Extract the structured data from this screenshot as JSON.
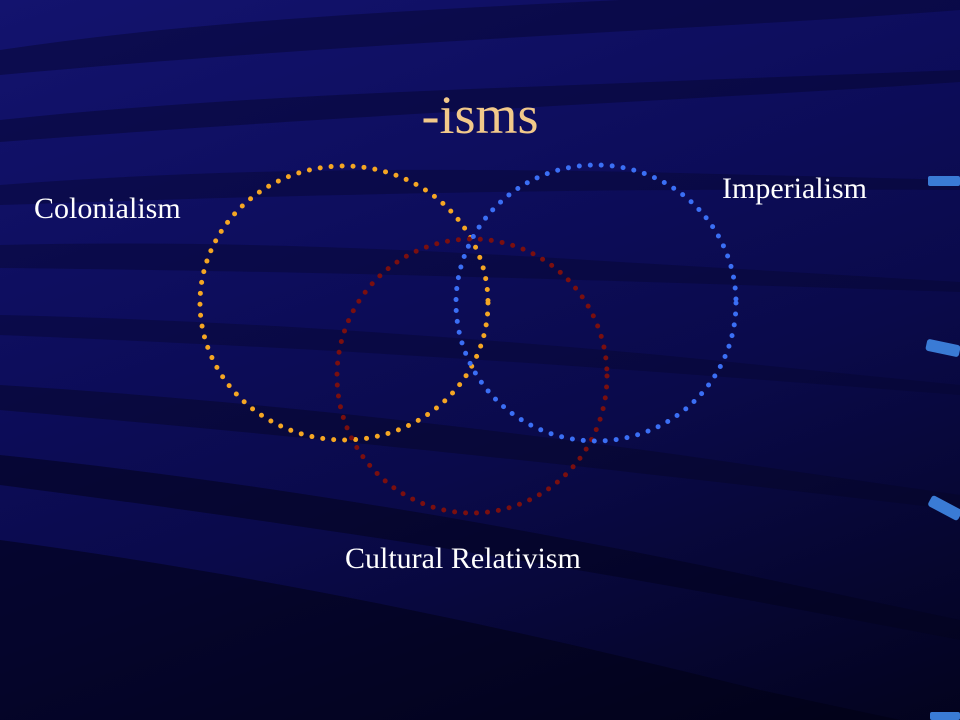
{
  "title": "-isms",
  "labels": {
    "colonialism": "Colonialism",
    "imperialism": "Imperialism",
    "cultural_relativism": "Cultural Relativism"
  },
  "colors": {
    "title": "#f2c98a",
    "labels": "#ffffff",
    "colonialism_circle": "#f5a623",
    "imperialism_circle": "#3b6ff5",
    "cultural_relativism_circle": "#7a0f0f",
    "accent_marks": "#3a7bd5"
  }
}
